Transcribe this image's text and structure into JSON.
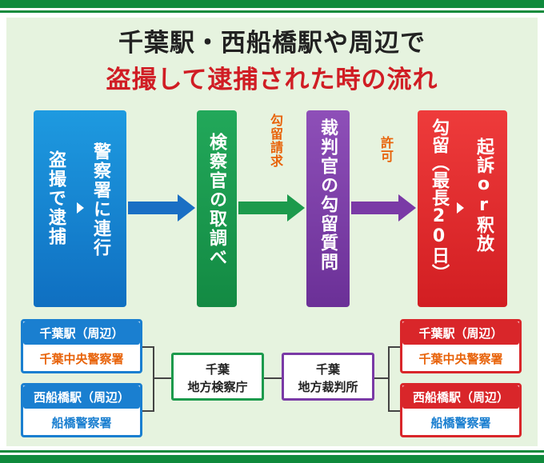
{
  "title": {
    "line1": "千葉駅・西船橋駅や周辺で",
    "line2": "盗撮して逮捕された時の流れ"
  },
  "flow": {
    "step1": {
      "a": "盗撮で逮捕",
      "b": "警察署に連行"
    },
    "step2": "検察官の取調べ",
    "step3": "裁判官の勾留質問",
    "step4": {
      "a": "勾留（最長20日）",
      "b": "起訴or釈放"
    },
    "arrow_label_1": "勾留請求",
    "arrow_label_2": "許可"
  },
  "left_groups": [
    {
      "station": "千葉駅（周辺）",
      "police": "千葉中央警察署"
    },
    {
      "station": "西船橋駅（周辺）",
      "police": "船橋警察署"
    }
  ],
  "right_groups": [
    {
      "station": "千葉駅（周辺）",
      "police": "千葉中央警察署"
    },
    {
      "station": "西船橋駅（周辺）",
      "police": "船橋警察署"
    }
  ],
  "prosecutor_office": {
    "line1": "千葉",
    "line2": "地方検察庁"
  },
  "court": {
    "line1": "千葉",
    "line2": "地方裁判所"
  },
  "colors": {
    "blue": "#1a7fd0",
    "green": "#1c9a4c",
    "purple": "#7a3aa6",
    "red": "#d9262a",
    "orange": "#e8630a",
    "background": "#e6f3df"
  }
}
